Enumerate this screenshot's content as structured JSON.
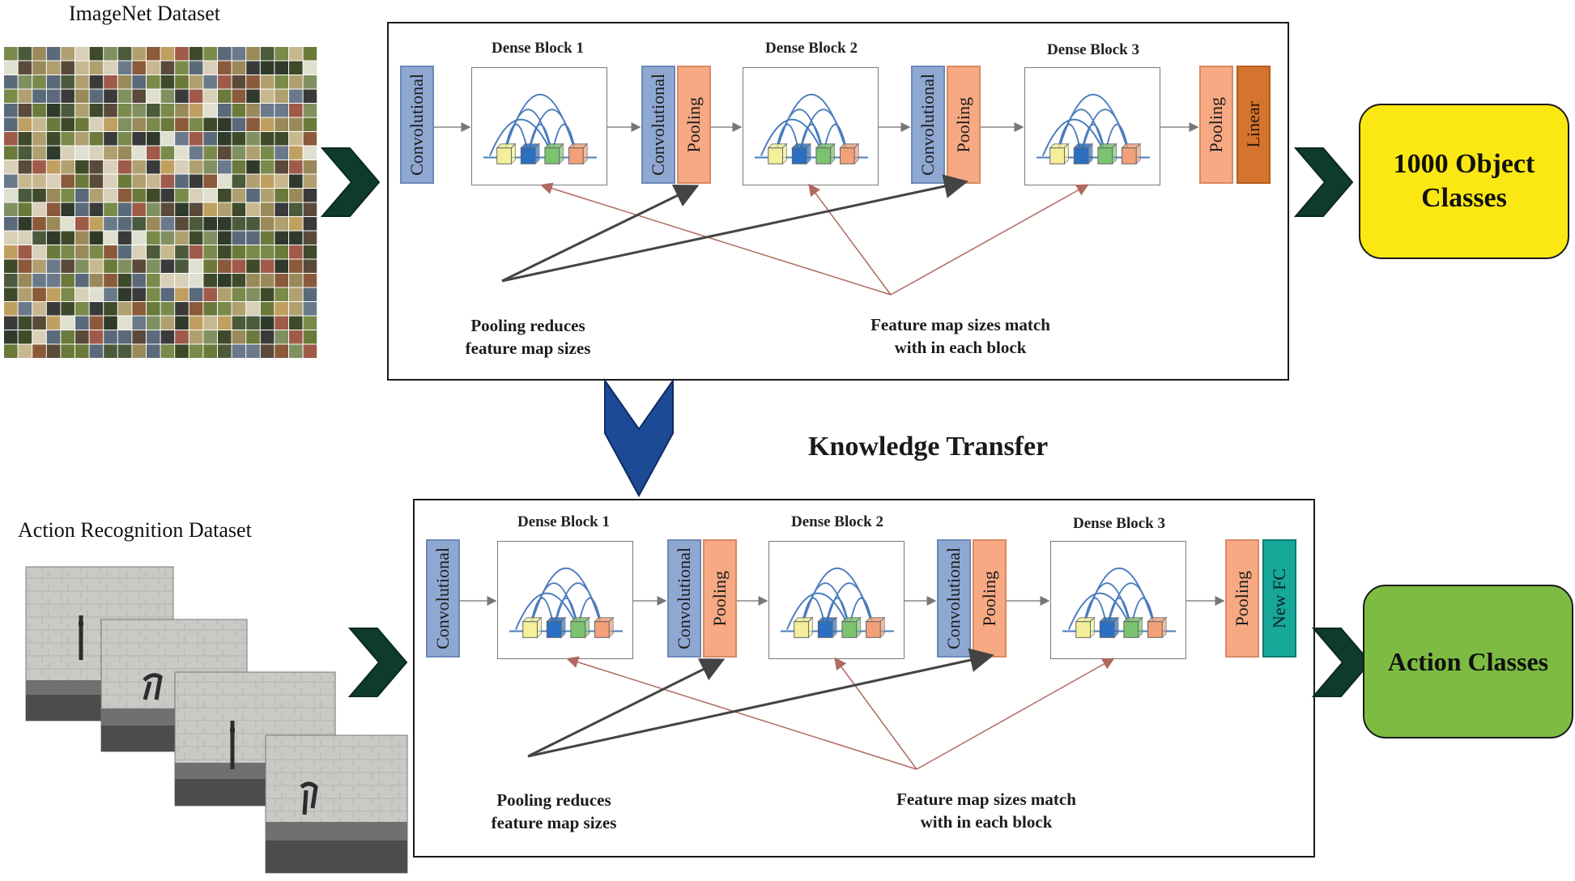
{
  "datasets": {
    "imagenet_title": "ImageNet Dataset",
    "action_title": "Action Recognition Dataset"
  },
  "top_network": {
    "block1": "Dense Block 1",
    "block2": "Dense Block 2",
    "block3": "Dense Block 3",
    "conv": "Convolutional",
    "pool": "Pooling",
    "final": "Linear",
    "note_pool": "Pooling reduces\nfeature map sizes",
    "note_feature": "Feature map sizes match\nwith in each block"
  },
  "bottom_network": {
    "block1": "Dense Block 1",
    "block2": "Dense Block 2",
    "block3": "Dense Block 3",
    "conv": "Convolutional",
    "pool": "Pooling",
    "final": "New FC",
    "note_pool": "Pooling reduces\nfeature map sizes",
    "note_feature": "Feature map sizes match\nwith in each block"
  },
  "transfer_label": "Knowledge Transfer",
  "outputs": {
    "top": "1000 Object\nClasses",
    "bottom": "Action Classes"
  },
  "colors": {
    "conv": "#8fa8d2",
    "pool": "#f7a983",
    "linear": "#d4742e",
    "new_fc": "#17a89a",
    "top_output": "#fbe812",
    "bottom_output": "#7dbb42",
    "chevron": "#0f3b2c",
    "transfer_arrow": "#1d4a94"
  }
}
